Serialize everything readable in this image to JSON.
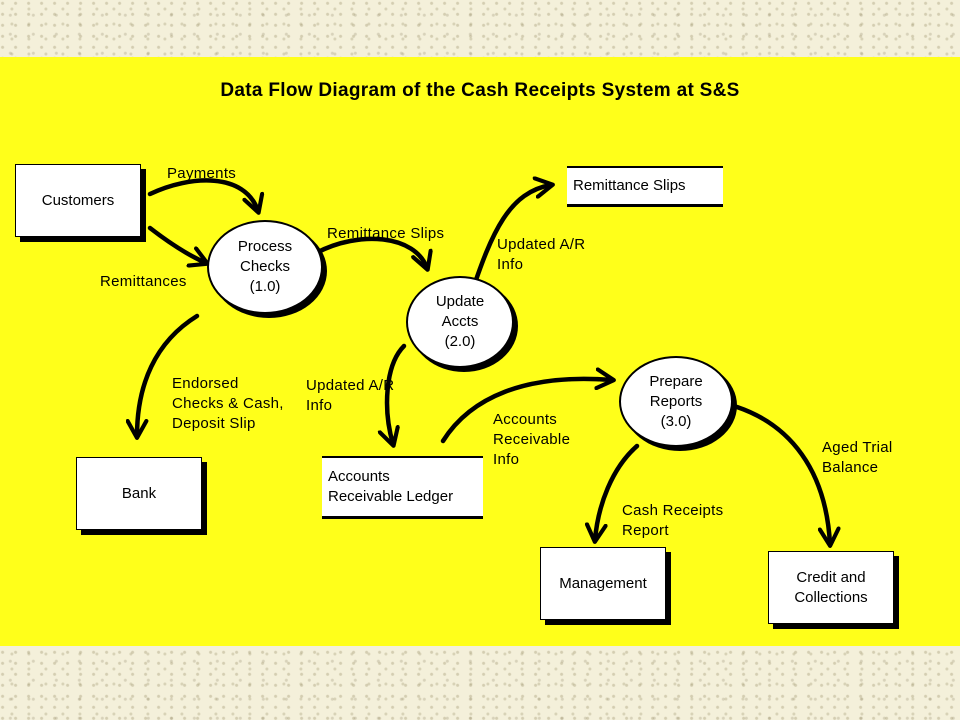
{
  "title": "Data Flow Diagram of the Cash Receipts System at S&S",
  "entities": {
    "customers": "Customers",
    "bank": "Bank",
    "management": "Management",
    "credit": "Credit and\nCollections"
  },
  "processes": {
    "p1": "Process\nChecks\n(1.0)",
    "p2": "Update\nAccts\n(2.0)",
    "p3": "Prepare\nReports\n(3.0)"
  },
  "stores": {
    "remittance_slips": "Remittance Slips",
    "ar_ledger": "Accounts\nReceivable Ledger"
  },
  "flows": {
    "payments": "Payments",
    "remittances": "Remittances",
    "remittance_slips": "Remittance Slips",
    "updated_ar_1": "Updated A/R\nInfo",
    "endorsed": "Endorsed\nChecks & Cash,\nDeposit Slip",
    "updated_ar_2": "Updated A/R\nInfo",
    "ar_info": "Accounts\nReceivable\nInfo",
    "cash_receipts_report": "Cash Receipts\nReport",
    "aged_trial_balance": "Aged Trial\nBalance"
  }
}
